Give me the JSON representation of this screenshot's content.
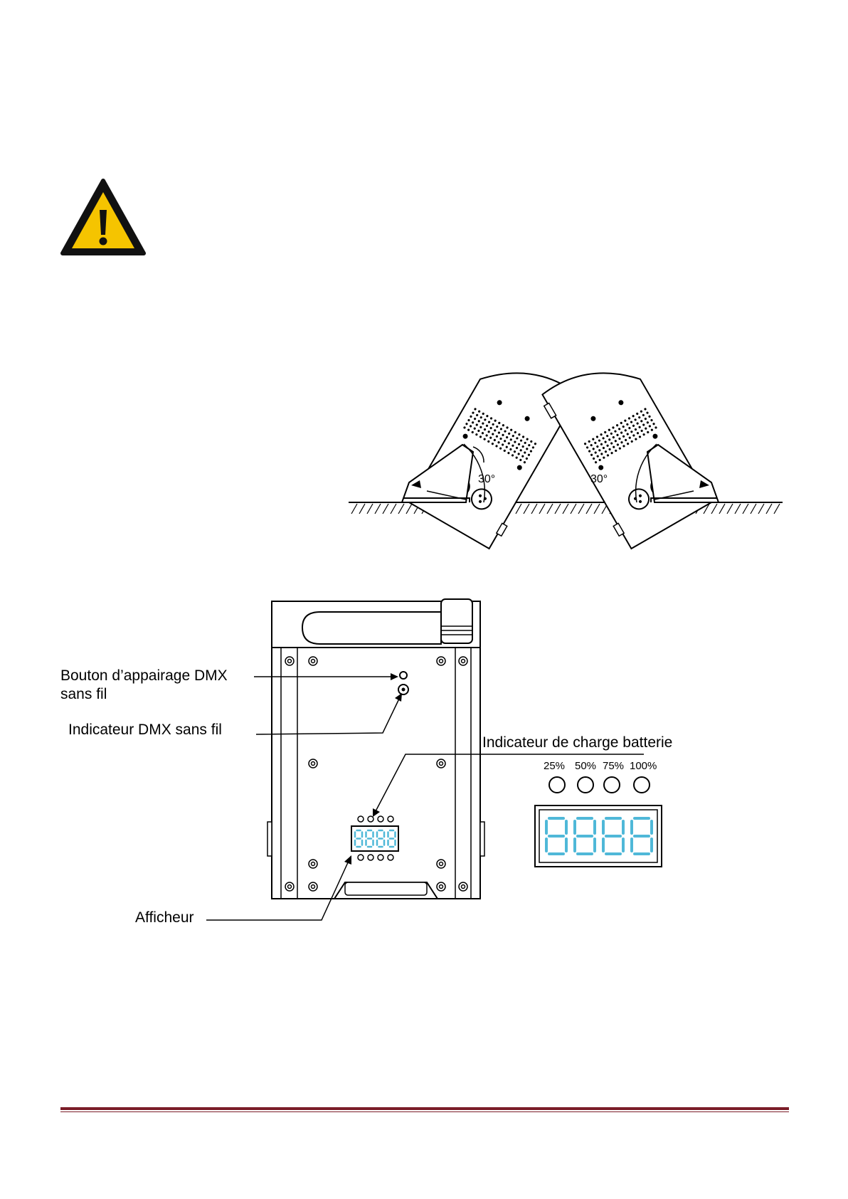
{
  "warning": {
    "icon": "warning-triangle-icon",
    "color": "#f5c400"
  },
  "tilt_figure": {
    "left_angle": "30°",
    "right_angle": "30°"
  },
  "callouts": {
    "pairing_button_line1": "Bouton d’appairage DMX",
    "pairing_button_line2": "sans fil",
    "dmx_indicator": "Indicateur DMX sans fil",
    "battery_indicator": "Indicateur de charge batterie",
    "display": "Afficheur"
  },
  "battery_levels": [
    "25%",
    "50%",
    "75%",
    "100%"
  ],
  "display_digits": "8888",
  "display_color": "#4fb8d8",
  "footer_rule_color": "#7a1c28"
}
